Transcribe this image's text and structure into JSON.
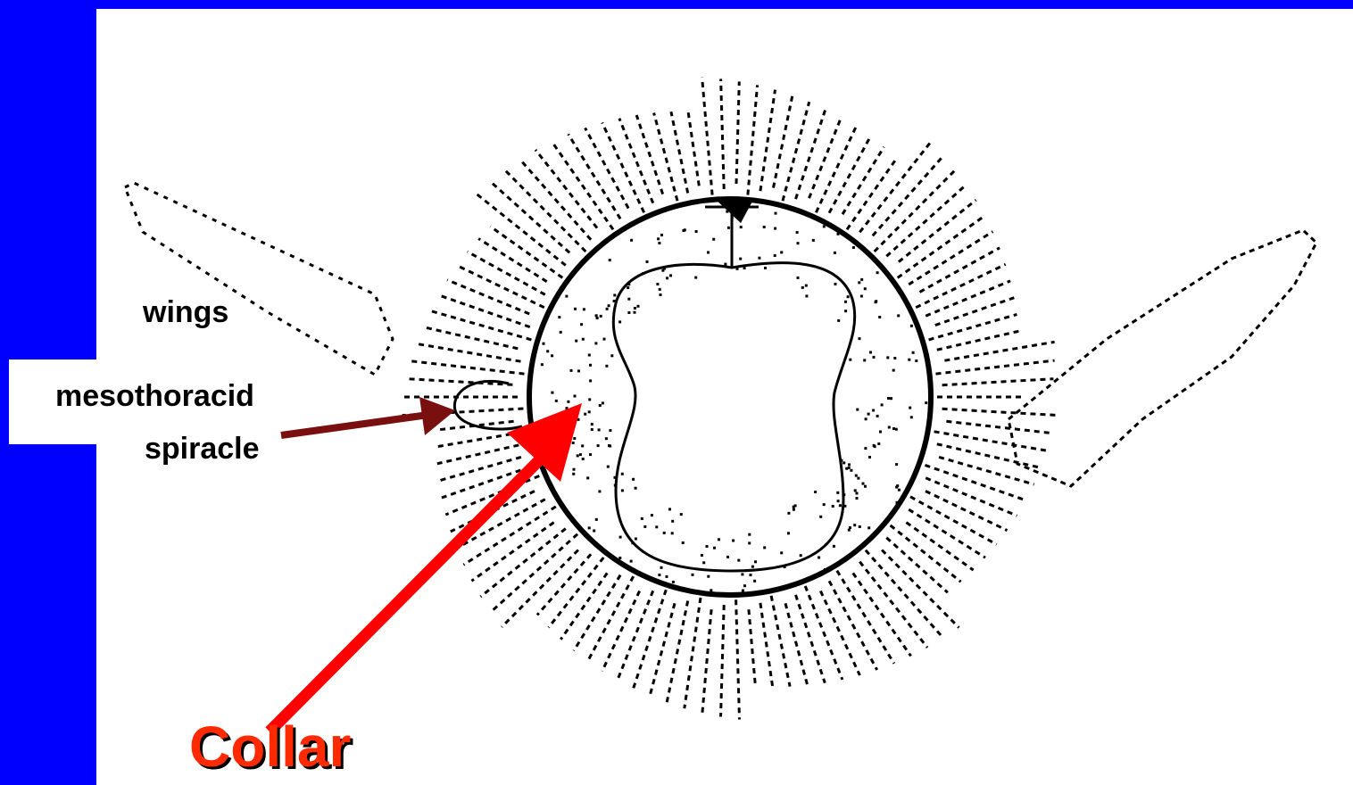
{
  "labels": {
    "wings": "wings",
    "mesothoracid": "mesothoracid",
    "spiracle": "spiracle",
    "collar": "Collar"
  },
  "colors": {
    "background_frame": "#0000ff",
    "content_background": "#ffffff",
    "drawing": "#000000",
    "spiracle_arrow": "#7a0f0f",
    "collar_arrow": "#ff0000",
    "collar_text": "#ff2a00"
  }
}
